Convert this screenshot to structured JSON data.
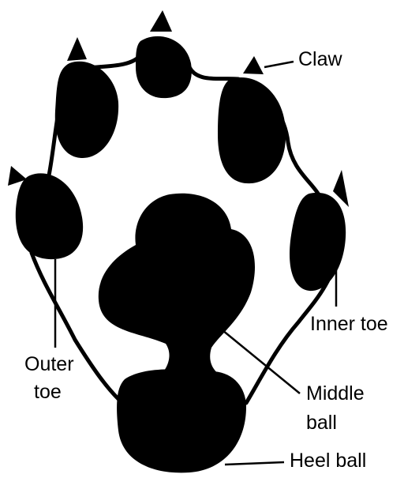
{
  "labels": {
    "claw": "Claw",
    "inner_toe": "Inner toe",
    "outer_toe_line1": "Outer",
    "outer_toe_line2": "toe",
    "middle_ball_line1": "Middle",
    "middle_ball_line2": "ball",
    "heel_ball": "Heel ball"
  },
  "colors": {
    "ink": "#000000",
    "background": "#ffffff"
  }
}
